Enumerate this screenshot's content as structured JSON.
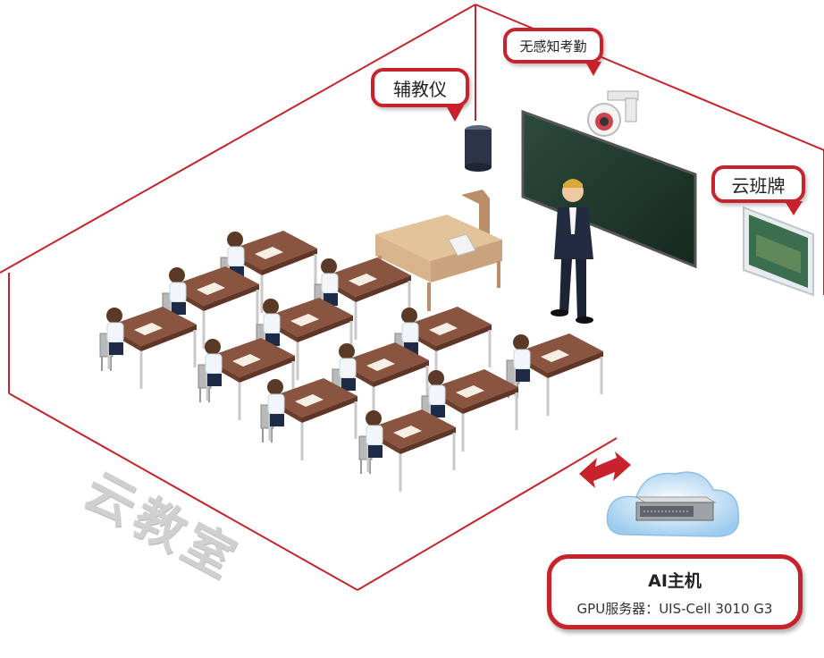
{
  "labels": {
    "assistant_device": "辅教仪",
    "attendance": "无感知考勤",
    "class_board": "云班牌",
    "room": "云教室"
  },
  "ai_host": {
    "title": "AI主机",
    "subtitle": "GPU服务器：UIS-Cell 3010 G3"
  },
  "colors": {
    "accent_red": "#c8232c",
    "board_green": "#1f3a30",
    "desk_brown": "#7a4a34",
    "cloud_blue": "#bcdcf3"
  },
  "icons": [
    "speaker-icon",
    "camera-icon",
    "blackboard-icon",
    "teacher-icon",
    "class-board-icon",
    "cloud-icon",
    "server-icon",
    "sync-arrow-icon"
  ]
}
